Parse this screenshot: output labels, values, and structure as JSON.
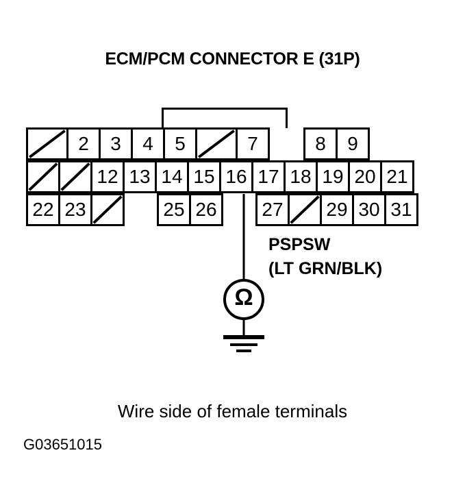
{
  "title": "ECM/PCM CONNECTOR E (31P)",
  "caption": "Wire side of female terminals",
  "figure_id": "G03651015",
  "colors": {
    "line": "#000000",
    "background": "#ffffff"
  },
  "connector": {
    "name": "ECM/PCM CONNECTOR E",
    "pin_count": "31P",
    "tab": "locking-tab",
    "rows": [
      {
        "row": 1,
        "cells": [
          {
            "pin": "1",
            "label": "",
            "blank": true,
            "width": 62,
            "gap_before": 0
          },
          {
            "pin": "2",
            "label": "2",
            "blank": false,
            "width": 50,
            "gap_before": 0
          },
          {
            "pin": "3",
            "label": "3",
            "blank": false,
            "width": 50,
            "gap_before": 0
          },
          {
            "pin": "4",
            "label": "4",
            "blank": false,
            "width": 50,
            "gap_before": 0
          },
          {
            "pin": "5",
            "label": "5",
            "blank": false,
            "width": 50,
            "gap_before": 0
          },
          {
            "pin": "6",
            "label": "",
            "blank": true,
            "width": 62,
            "gap_before": 0
          },
          {
            "pin": "7",
            "label": "7",
            "blank": false,
            "width": 50,
            "gap_before": 0
          },
          {
            "pin": "8",
            "label": "8",
            "blank": false,
            "width": 50,
            "gap_before": 52
          },
          {
            "pin": "9",
            "label": "9",
            "blank": false,
            "width": 50,
            "gap_before": 0
          }
        ]
      },
      {
        "row": 2,
        "cells": [
          {
            "pin": "10",
            "label": "",
            "blank": true,
            "width": 50,
            "gap_before": 0
          },
          {
            "pin": "11",
            "label": "",
            "blank": true,
            "width": 50,
            "gap_before": 0
          },
          {
            "pin": "12",
            "label": "12",
            "blank": false,
            "width": 50,
            "gap_before": 0
          },
          {
            "pin": "13",
            "label": "13",
            "blank": false,
            "width": 50,
            "gap_before": 0
          },
          {
            "pin": "14",
            "label": "14",
            "blank": false,
            "width": 50,
            "gap_before": 0
          },
          {
            "pin": "15",
            "label": "15",
            "blank": false,
            "width": 50,
            "gap_before": 0
          },
          {
            "pin": "16",
            "label": "16",
            "blank": false,
            "width": 50,
            "gap_before": 0
          },
          {
            "pin": "17",
            "label": "17",
            "blank": false,
            "width": 50,
            "gap_before": 0
          },
          {
            "pin": "18",
            "label": "18",
            "blank": false,
            "width": 50,
            "gap_before": 0
          },
          {
            "pin": "19",
            "label": "19",
            "blank": false,
            "width": 50,
            "gap_before": 0
          },
          {
            "pin": "20",
            "label": "20",
            "blank": false,
            "width": 50,
            "gap_before": 0
          },
          {
            "pin": "21",
            "label": "21",
            "blank": false,
            "width": 50,
            "gap_before": 0
          }
        ]
      },
      {
        "row": 3,
        "cells": [
          {
            "pin": "22",
            "label": "22",
            "blank": false,
            "width": 50,
            "gap_before": 0
          },
          {
            "pin": "23",
            "label": "23",
            "blank": false,
            "width": 50,
            "gap_before": 0
          },
          {
            "pin": "24",
            "label": "",
            "blank": true,
            "width": 50,
            "gap_before": 0
          },
          {
            "pin": "25",
            "label": "25",
            "blank": false,
            "width": 50,
            "gap_before": 50
          },
          {
            "pin": "26",
            "label": "26",
            "blank": false,
            "width": 50,
            "gap_before": 0
          },
          {
            "pin": "27",
            "label": "27",
            "blank": false,
            "width": 50,
            "gap_before": 50
          },
          {
            "pin": "28",
            "label": "",
            "blank": true,
            "width": 50,
            "gap_before": 0
          },
          {
            "pin": "29",
            "label": "29",
            "blank": false,
            "width": 50,
            "gap_before": 0
          },
          {
            "pin": "30",
            "label": "30",
            "blank": false,
            "width": 50,
            "gap_before": 0
          },
          {
            "pin": "31",
            "label": "31",
            "blank": false,
            "width": 50,
            "gap_before": 0
          }
        ]
      }
    ]
  },
  "measurement": {
    "signal_name": "PSPSW",
    "wire_color": "(LT GRN/BLK)",
    "from_pin": "16",
    "instrument": "ohmmeter",
    "instrument_symbol": "Ω",
    "terminates_at": "chassis-ground"
  }
}
